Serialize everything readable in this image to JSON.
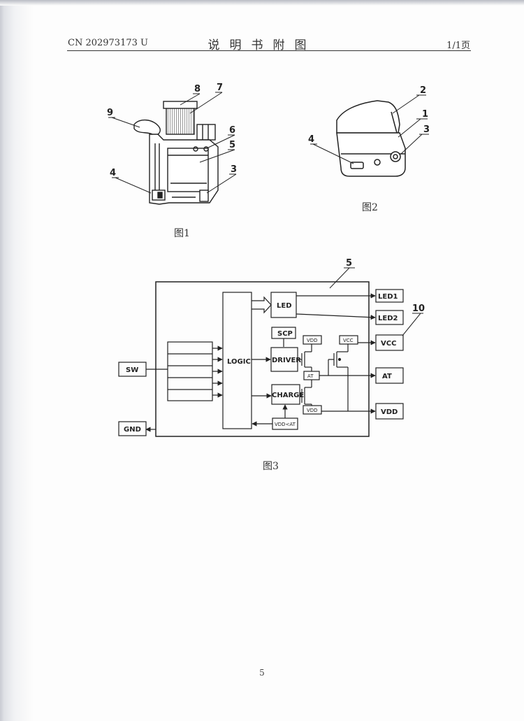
{
  "header": {
    "patent_number": "CN 202973173 U",
    "title": "说明书附图",
    "page": "1/1页"
  },
  "figures": {
    "fig1": {
      "caption": "图1",
      "labels": [
        "8",
        "7",
        "9",
        "6",
        "5",
        "4",
        "3"
      ]
    },
    "fig2": {
      "caption": "图2",
      "labels": [
        "2",
        "1",
        "3",
        "4"
      ]
    },
    "fig3": {
      "caption": "图3",
      "block_label": "5",
      "output_label": "10",
      "blocks": {
        "logic": "LOGIC",
        "led": "LED",
        "scp": "SCP",
        "driver": "DRIVER",
        "charge": "CHARGE",
        "vdd_small_top": "VDD",
        "vcc_small": "VCC",
        "at_small": "AT",
        "vdd_small_bottom": "VDD",
        "vdd_at": "VDD<AT"
      },
      "terminals": {
        "sw": "SW",
        "gnd": "GND",
        "led1": "LED1",
        "led2": "LED2",
        "vcc": "VCC",
        "at": "AT",
        "vdd": "VDD"
      }
    }
  },
  "page_number": "5"
}
